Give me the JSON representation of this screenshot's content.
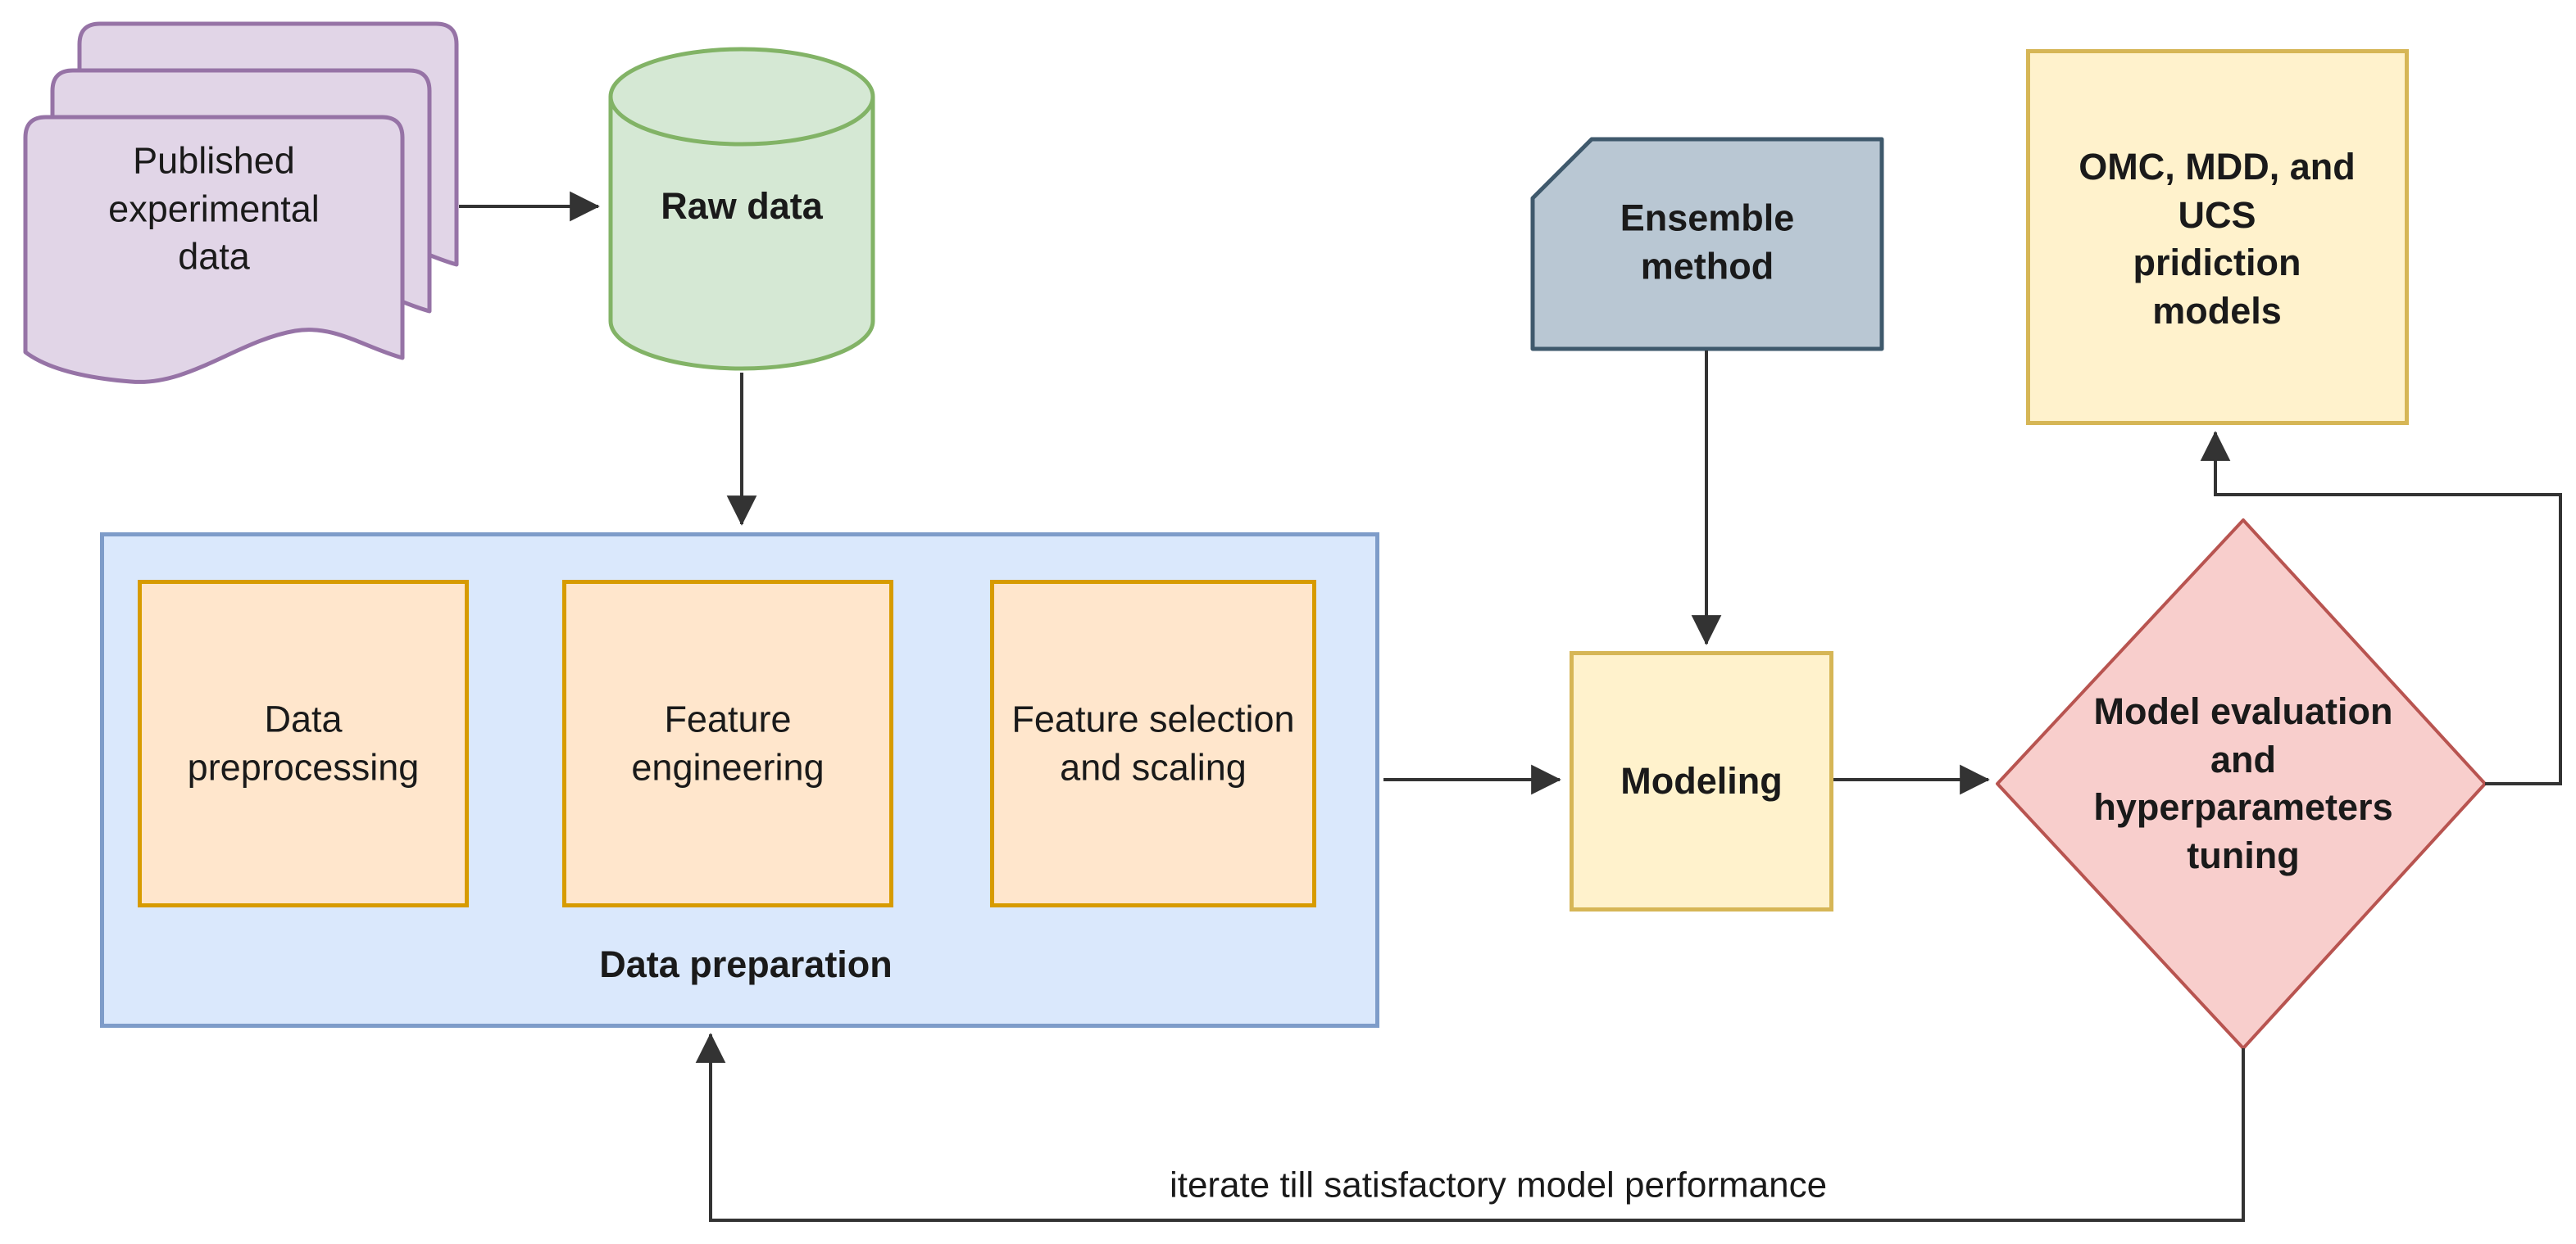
{
  "diagram": {
    "background": "#FFFFFF",
    "nodes": {
      "published_data": {
        "label": "Published\nexperimental\ndata",
        "shape": "document-stack",
        "fill": "#E1D5E7",
        "stroke": "#9673A6"
      },
      "raw_data": {
        "label": "Raw data",
        "shape": "cylinder",
        "fill": "#D5E8D4",
        "stroke": "#82B366"
      },
      "data_preparation": {
        "label": "Data preparation",
        "shape": "container",
        "fill": "#DAE8FC",
        "stroke": "#7E9CC9"
      },
      "data_preprocessing": {
        "label": "Data\npreprocessing",
        "shape": "rectangle",
        "fill": "#FFE6CC",
        "stroke": "#D79B00"
      },
      "feature_engineering": {
        "label": "Feature\nengineering",
        "shape": "rectangle",
        "fill": "#FFE6CC",
        "stroke": "#D79B00"
      },
      "feature_selection": {
        "label": "Feature selection\nand scaling",
        "shape": "rectangle",
        "fill": "#FFE6CC",
        "stroke": "#D79B00"
      },
      "ensemble_method": {
        "label": "Ensemble\nmethod",
        "shape": "card",
        "fill": "#B9C7D3",
        "stroke": "#3F596C"
      },
      "modeling": {
        "label": "Modeling",
        "shape": "rectangle",
        "fill": "#FFF2CC",
        "stroke": "#D6B656"
      },
      "model_evaluation": {
        "label": "Model evaluation\nand\nhyperparameters\ntuning",
        "shape": "diamond",
        "fill": "#F8CECC",
        "stroke": "#B85450"
      },
      "prediction_models": {
        "label": "OMC, MDD, and UCS\npridiction\nmodels",
        "shape": "rectangle",
        "fill": "#FFF2CC",
        "stroke": "#D6B656"
      }
    },
    "edges": [
      {
        "from": "published_data",
        "to": "raw_data",
        "label": ""
      },
      {
        "from": "raw_data",
        "to": "data_preparation",
        "label": ""
      },
      {
        "from": "data_preparation",
        "to": "modeling",
        "label": ""
      },
      {
        "from": "ensemble_method",
        "to": "modeling",
        "label": ""
      },
      {
        "from": "modeling",
        "to": "model_evaluation",
        "label": ""
      },
      {
        "from": "model_evaluation",
        "to": "prediction_models",
        "label": ""
      },
      {
        "from": "model_evaluation",
        "to": "data_preparation",
        "label": "iterate till satisfactory model performance"
      }
    ],
    "connector_color": "#333333",
    "text_color": "#1A1A1A"
  }
}
